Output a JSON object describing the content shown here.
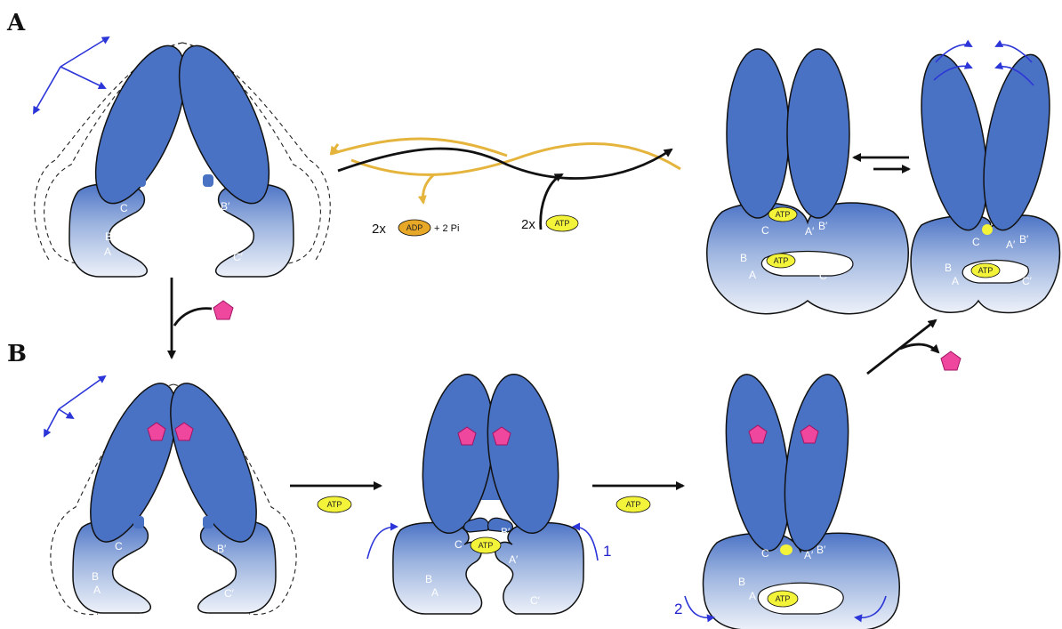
{
  "panel_labels": [
    "A",
    "B"
  ],
  "domain_labels": {
    "left": [
      "C",
      "B",
      "A"
    ],
    "right": [
      "A′",
      "B′",
      "C′"
    ]
  },
  "molecules": {
    "atp": "ATP",
    "adp": "ADP"
  },
  "equation": {
    "adp_count": "2x",
    "pi_text": "+ 2 Pi",
    "atp_count": "2x"
  },
  "steps": [
    "1",
    "2"
  ],
  "colors": {
    "protein": "#4a72c4",
    "protein_light": "#e8eef8",
    "atp_fill": "#f3f33a",
    "adp_fill": "#e8a827",
    "ligand": "#f0479e",
    "motion_arrows": "#2b35d8",
    "hydrolysis_curve": "#e5b43c"
  }
}
